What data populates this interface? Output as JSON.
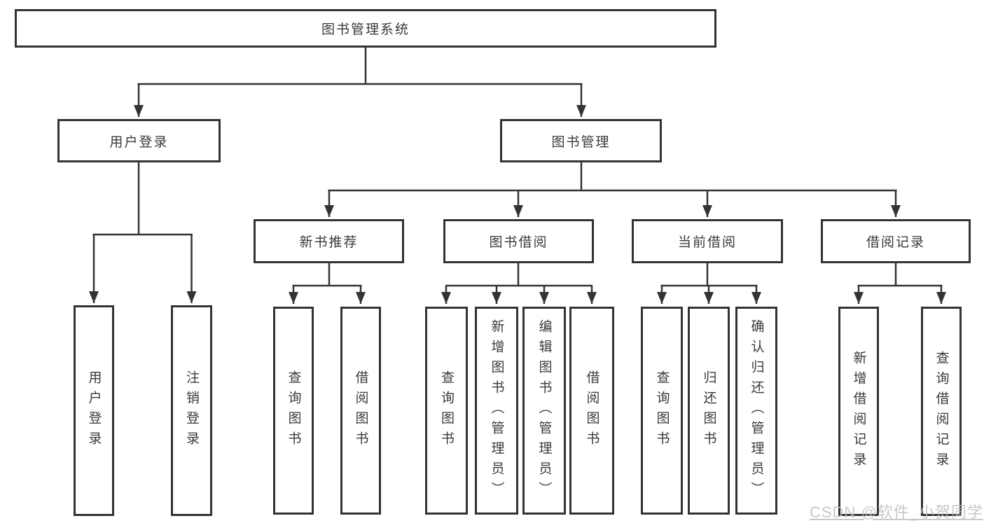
{
  "diagram_title": "图书管理系统",
  "tree": {
    "root": {
      "label": "图书管理系统"
    },
    "branches": [
      {
        "label": "用户登录",
        "children": [
          {
            "label": "用户登录"
          },
          {
            "label": "注销登录"
          }
        ]
      },
      {
        "label": "图书管理",
        "children": [
          {
            "label": "新书推荐",
            "children": [
              {
                "label": "查询图书"
              },
              {
                "label": "借阅图书"
              }
            ]
          },
          {
            "label": "图书借阅",
            "children": [
              {
                "label": "查询图书"
              },
              {
                "label": "新增图书（管理员）"
              },
              {
                "label": "编辑图书（管理员）"
              },
              {
                "label": "借阅图书"
              }
            ]
          },
          {
            "label": "当前借阅",
            "children": [
              {
                "label": "查询图书"
              },
              {
                "label": "归还图书"
              },
              {
                "label": "确认归还（管理员）"
              }
            ]
          },
          {
            "label": "借阅记录",
            "children": [
              {
                "label": "新增借阅记录"
              },
              {
                "label": "查询借阅记录"
              }
            ]
          }
        ]
      }
    ]
  },
  "watermark": {
    "text": "CSDN @软件_小贺同学"
  },
  "colors": {
    "line": "#333333",
    "text": "#3a3a3a",
    "background": "#ffffff",
    "watermark": "#c6bdbd"
  }
}
